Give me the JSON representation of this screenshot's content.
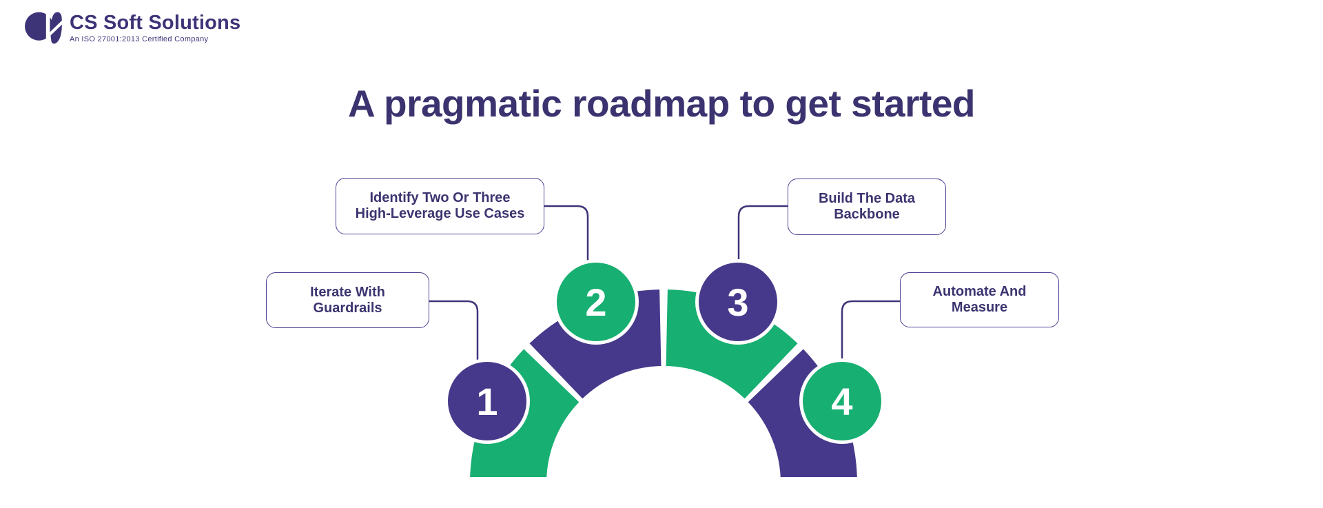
{
  "logo": {
    "name": "CS Soft Solutions",
    "tagline": "An ISO 27001:2013 Certified Company",
    "color": "#3d3478"
  },
  "title": {
    "text": "A pragmatic roadmap to get started",
    "color": "#3a336f"
  },
  "diagram": {
    "colors": {
      "green": "#17AF72",
      "purple": "#46398B",
      "connector": "#3d3479",
      "box_border": "#4a3f92",
      "box_text": "#3b3470",
      "number_text": "#ffffff",
      "circle_ring": "#ffffff"
    },
    "steps": [
      {
        "number": "1",
        "lines": [
          "Iterate With",
          "Guardrails"
        ],
        "circle_color": "purple",
        "segment_color": "green"
      },
      {
        "number": "2",
        "lines": [
          "Identify Two Or Three",
          "High-Leverage Use Cases"
        ],
        "circle_color": "green",
        "segment_color": "purple"
      },
      {
        "number": "3",
        "lines": [
          "Build The Data",
          "Backbone"
        ],
        "circle_color": "purple",
        "segment_color": "green"
      },
      {
        "number": "4",
        "lines": [
          "Automate And",
          "Measure"
        ],
        "circle_color": "green",
        "segment_color": "purple"
      }
    ]
  }
}
